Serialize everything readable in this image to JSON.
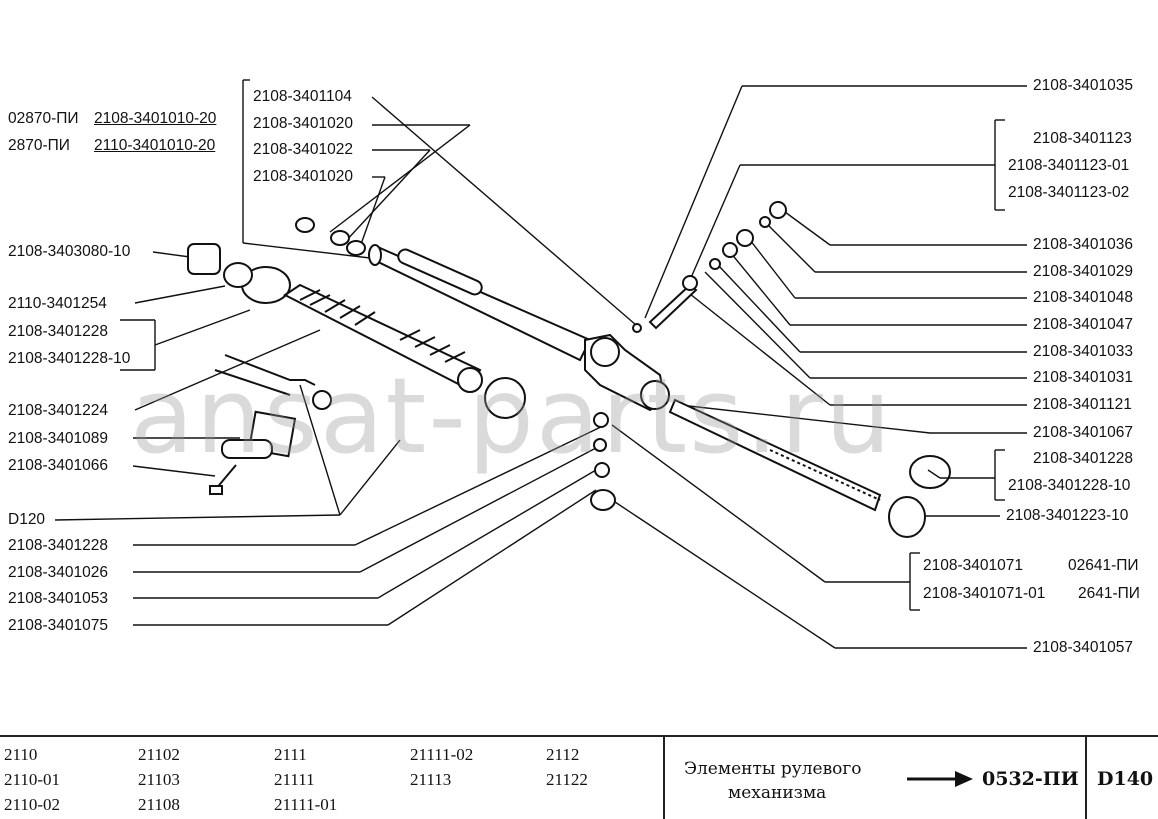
{
  "watermark": "ansat-parts.ru",
  "labels_left": {
    "l_02870": "02870-ПИ",
    "l_2108_3401010_20": "2108-3401010-20",
    "l_2870": "2870-ПИ",
    "l_2110_3401010_20": "2110-3401010-20",
    "l_3401104": "2108-3401104",
    "l_3401020a": "2108-3401020",
    "l_3401022": "2108-3401022",
    "l_3401020b": "2108-3401020",
    "l_3403080": "2108-3403080-10",
    "l_2110_3401254": "2110-3401254",
    "l_3401228_top": "2108-3401228",
    "l_3401228_10": "2108-3401228-10",
    "l_3401224": "2108-3401224",
    "l_3401089": "2108-3401089",
    "l_3401066": "2108-3401066",
    "l_D120": "D120",
    "l_3401228_low": "2108-3401228",
    "l_3401026": "2108-3401026",
    "l_3401053": "2108-3401053",
    "l_3401075": "2108-3401075"
  },
  "labels_right": {
    "r_3401035": "2108-3401035",
    "r_3401123": "2108-3401123",
    "r_3401123_01": "2108-3401123-01",
    "r_3401123_02": "2108-3401123-02",
    "r_3401036": "2108-3401036",
    "r_3401029": "2108-3401029",
    "r_3401048": "2108-3401048",
    "r_3401047": "2108-3401047",
    "r_3401033": "2108-3401033",
    "r_3401031": "2108-3401031",
    "r_3401121": "2108-3401121",
    "r_3401067": "2108-3401067",
    "r_3401228": "2108-3401228",
    "r_3401228_10": "2108-3401228-10",
    "r_3401223_10": "2108-3401223-10",
    "r_3401071": "2108-3401071",
    "r_02641": "02641-ПИ",
    "r_3401071_01": "2108-3401071-01",
    "r_2641": "2641-ПИ",
    "r_3401057": "2108-3401057"
  },
  "footer": {
    "models": [
      "2110",
      "21102",
      "2111",
      "21111-02",
      "2112",
      "2110-01",
      "21103",
      "21111",
      "21113",
      "21122",
      "2110-02",
      "21108",
      "21111-01"
    ],
    "title_line1": "Элементы рулевого",
    "title_line2": "механизма",
    "ref_code": "0532-ПИ",
    "page_code": "D140"
  }
}
